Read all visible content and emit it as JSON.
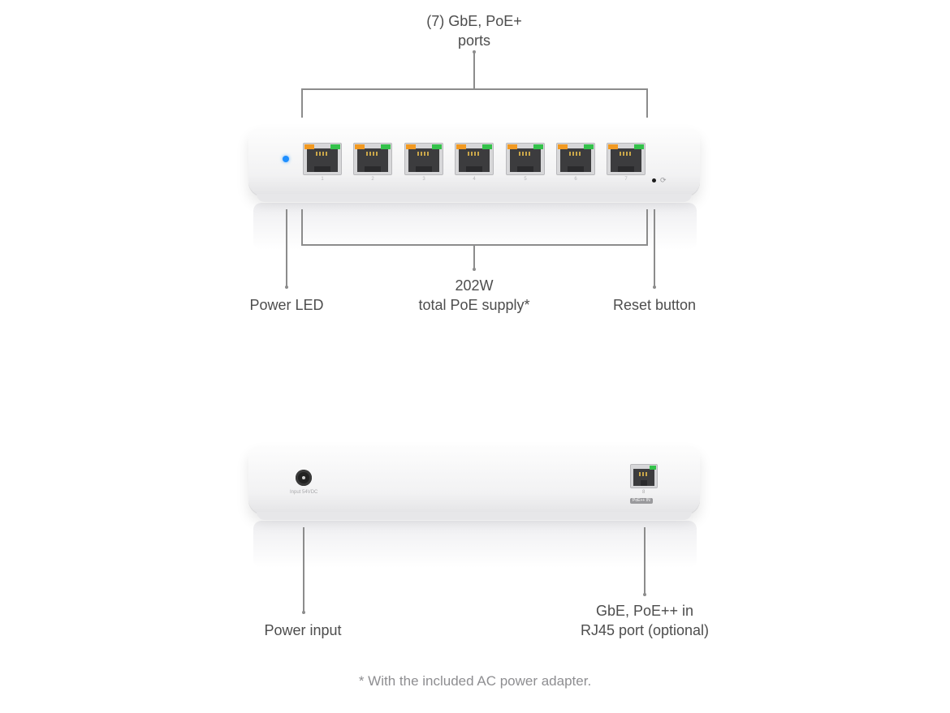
{
  "front": {
    "ports_label_line1": "(7) GbE, PoE+",
    "ports_label_line2": "ports",
    "power_led_label": "Power LED",
    "supply_label_line1": "202W",
    "supply_label_line2": "total PoE supply*",
    "reset_label": "Reset button",
    "port_numbers": [
      "1",
      "2",
      "3",
      "4",
      "5",
      "6",
      "7"
    ],
    "led_color": "#1f8fff"
  },
  "back": {
    "power_input_label": "Power input",
    "uplink_label_line1": "GbE, PoE++ in",
    "uplink_label_line2": "RJ45 port (optional)",
    "jack_text": "Input 54VDC",
    "port_number": "8",
    "port_tag": "PoE++ IN"
  },
  "footnote": "* With the included AC power adapter."
}
